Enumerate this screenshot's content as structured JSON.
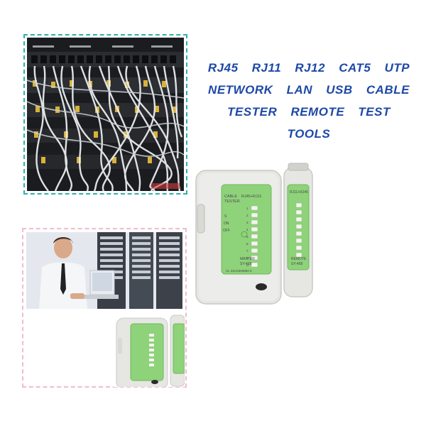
{
  "title": {
    "line1": "RJ45   RJ11   RJ12   CAT5   UTP",
    "line2": "NETWORK   LAN   USB   CABLE",
    "line3": "TESTER REMOTE TEST TOOLS"
  },
  "tester": {
    "cable_label": "CABLE",
    "tester_label": "TESTER",
    "port_label": "RJ45+RJ11",
    "switch_s": "S",
    "switch_on": "ON",
    "switch_off": "OFF",
    "master_label": "MASTER",
    "model": "SY-468",
    "serial": "CL 311/4300882 5",
    "remote_port_label": "RJ11+RJ45",
    "remote_label": "REMOTE",
    "remote_model": "SY-468",
    "led_numbers": [
      "1",
      "2",
      "3",
      "4",
      "5",
      "6",
      "7",
      "8",
      "G"
    ]
  },
  "colors": {
    "title_blue": "#1d48a8",
    "device_body": "#e8e8e6",
    "panel_green": "#8ed27a",
    "frame_teal": "#2fb0b0",
    "frame_pink": "#f0bcd0"
  }
}
